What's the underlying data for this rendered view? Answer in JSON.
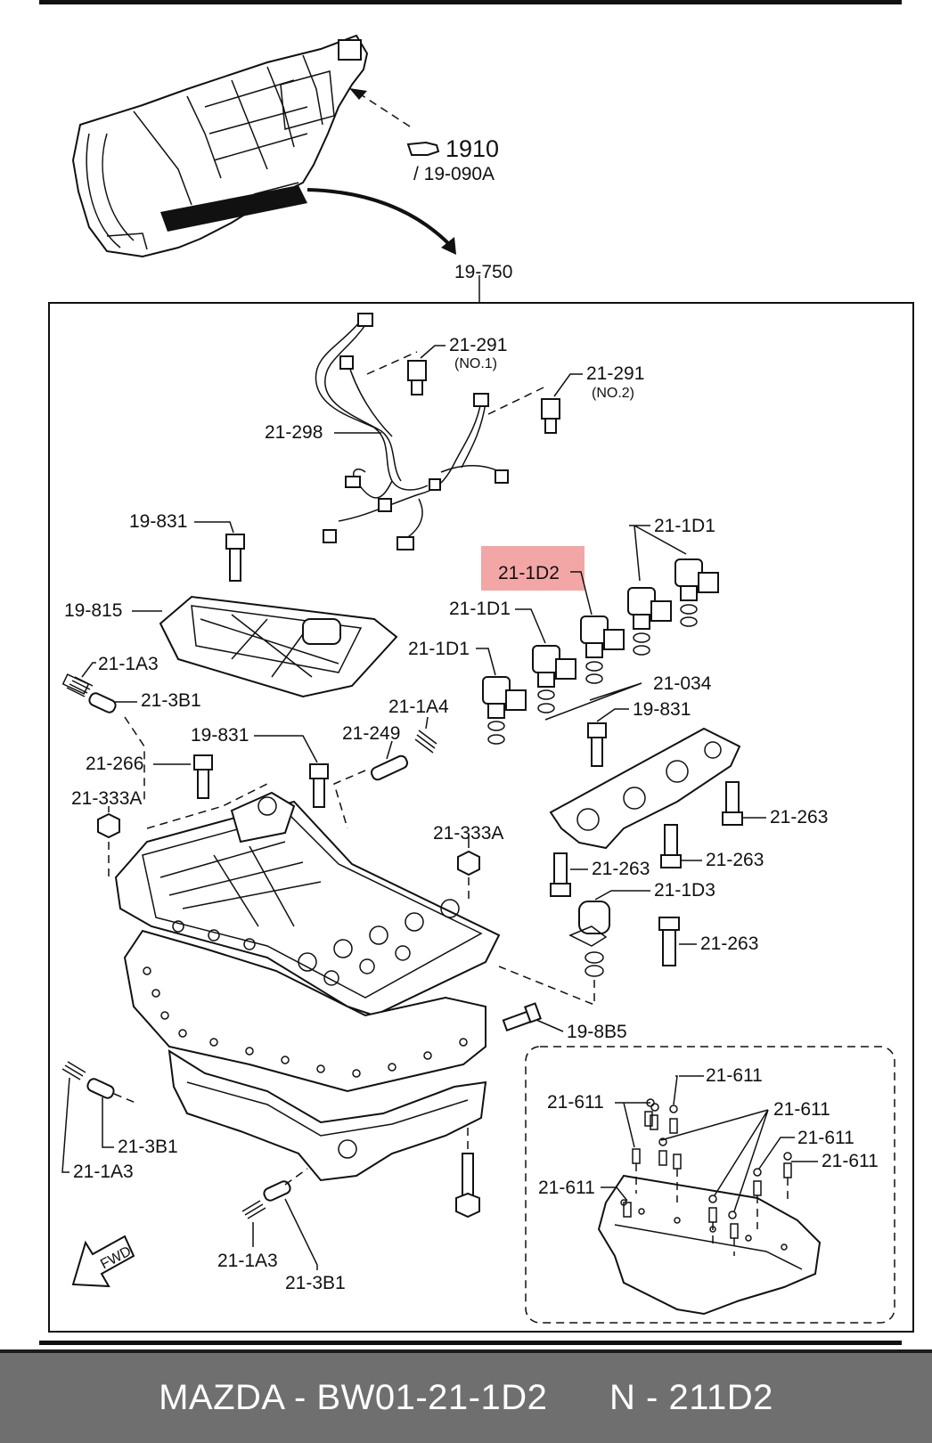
{
  "callouts": {
    "ref_1910": "1910",
    "ref_19_090A": "/ 19-090A",
    "p19_750": "19-750",
    "p21_291_a": "21-291",
    "no1": "(NO.1)",
    "p21_291_b": "21-291",
    "no2": "(NO.2)",
    "p21_298": "21-298",
    "p19_831_a": "19-831",
    "p21_1D1_a": "21-1D1",
    "p21_1D2": "21-1D2",
    "p19_815": "19-815",
    "p21_1D1_b": "21-1D1",
    "p21_1D1_c": "21-1D1",
    "p21_1A3_a": "21-1A3",
    "p21_3B1_a": "21-3B1",
    "p21_034": "21-034",
    "p21_1A4": "21-1A4",
    "p19_831_b": "19-831",
    "p21_249": "21-249",
    "p19_831_c": "19-831",
    "p21_266": "21-266",
    "p21_333A_a": "21-333A",
    "p21_263_a": "21-263",
    "p21_333A_b": "21-333A",
    "p21_263_b": "21-263",
    "p21_263_c": "21-263",
    "p21_1D3": "21-1D3",
    "p21_263_d": "21-263",
    "p19_8B5": "19-8B5",
    "p21_611_a": "21-611",
    "p21_611_b": "21-611",
    "p21_611_c": "21-611",
    "p21_611_d": "21-611",
    "p21_611_e": "21-611",
    "p21_611_f": "21-611",
    "p21_3B1_b": "21-3B1",
    "p21_1A3_b": "21-1A3",
    "p21_1A3_c": "21-1A3",
    "p21_3B1_c": "21-3B1",
    "fwd": "FWD"
  },
  "highlight": {
    "part": "21-1D2",
    "color": "#f3a6a6"
  },
  "footer": {
    "text": "MAZDA - BW01-21-1D2      N - 211D2"
  },
  "colors": {
    "footer_bg": "#6f6f6f",
    "line": "#111111"
  }
}
